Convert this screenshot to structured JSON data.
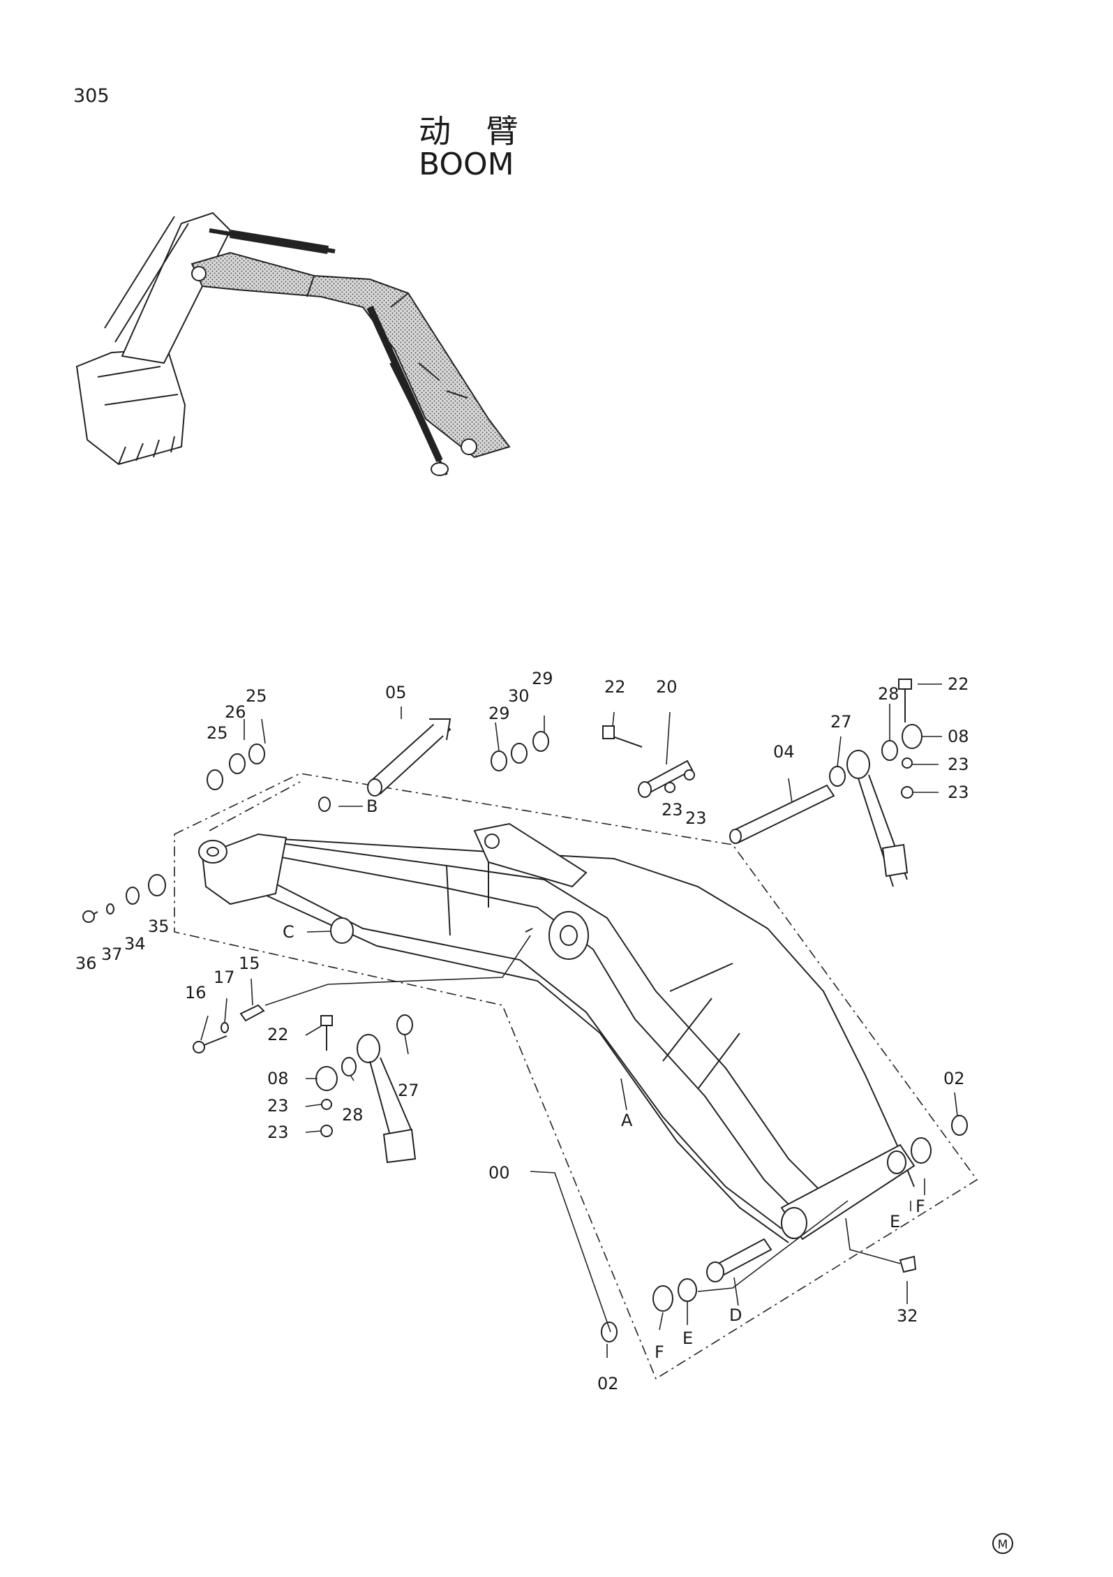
{
  "page_number": "305",
  "title_cn": "动 臂",
  "title_en": "BOOM",
  "corner_mark": "M",
  "callouts": [
    "05",
    "25",
    "26",
    "25",
    "29",
    "30",
    "29",
    "22",
    "20",
    "22",
    "28",
    "08",
    "27",
    "04",
    "23",
    "23",
    "23",
    "23",
    "B",
    "C",
    "36",
    "37",
    "34",
    "35",
    "16",
    "17",
    "15",
    "22",
    "08",
    "23",
    "23",
    "28",
    "27",
    "A",
    "00",
    "02",
    "E",
    "F",
    "32",
    "D",
    "E",
    "F",
    "02"
  ]
}
